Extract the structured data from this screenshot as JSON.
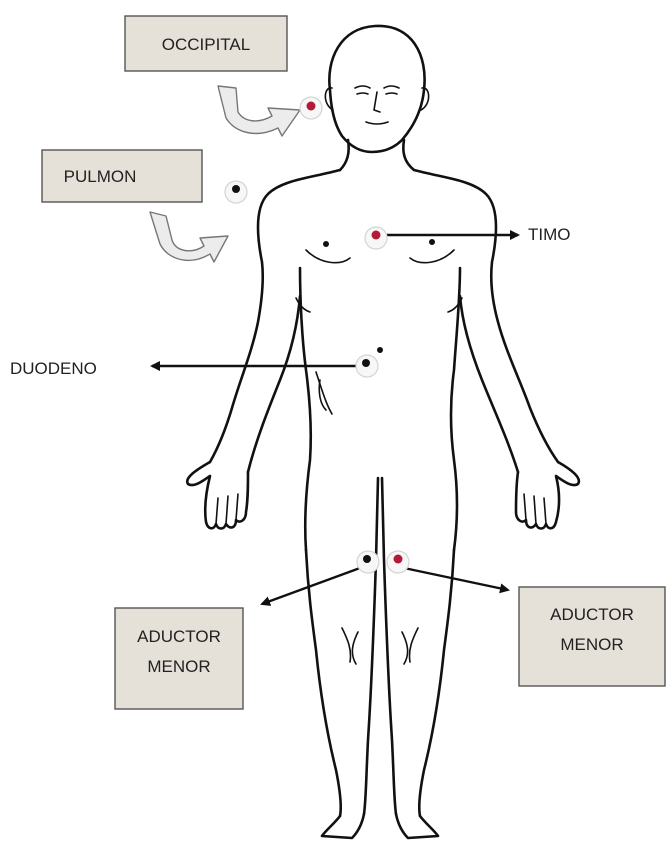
{
  "colors": {
    "box_fill": "#e5e0d8",
    "point_red": "#b01c37",
    "point_black": "#111111"
  },
  "labels": {
    "occipital": "OCCIPITAL",
    "pulmon": "PULMON",
    "timo": "TIMO",
    "duodeno": "DUODENO",
    "aductor_left_line1": "ADUCTOR",
    "aductor_left_line2": "MENOR",
    "aductor_right_line1": "ADUCTOR",
    "aductor_right_line2": "MENOR"
  }
}
